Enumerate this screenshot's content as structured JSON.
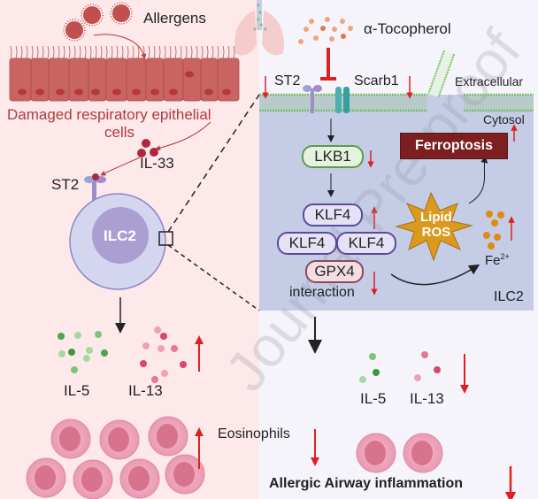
{
  "figure": {
    "left_panel": {
      "allergens_label": "Allergens",
      "epithelium_label_line1": "Damaged respiratory epithelial",
      "epithelium_label_line2": "cells",
      "il33_label": "IL-33",
      "st2_label": "ST2",
      "cell_label": "ILC2",
      "il5_label": "IL-5",
      "il13_label": "IL-13",
      "il13_trend": "up",
      "eosinophils_trend": "up"
    },
    "center": {
      "eosinophils_label": "Eosinophils",
      "eosinophils_trend_treated": "down"
    },
    "right_panel": {
      "drug_label": "α-Tocopherol",
      "st2_label": "ST2",
      "scarb1_label": "Scarb1",
      "extracellular_label": "Extracellular",
      "cytosol_label": "Cytosol",
      "lkb1_label": "LKB1",
      "klf4_label": "KLF4",
      "gpx4_label": "GPX4",
      "interaction_label": "interaction",
      "ferroptosis_label": "Ferroptosis",
      "lipid_ros_line1": "Lipid",
      "lipid_ros_line2": "ROS",
      "fe_label": "Fe",
      "fe_superscript": "2+",
      "cell_label": "ILC2",
      "il5_label": "IL-5",
      "il13_label": "IL-13",
      "outcome_label": "Allergic Airway inflammation",
      "trends": {
        "st2": "down",
        "scarb1": "down",
        "lkb1": "down",
        "klf4": "up",
        "gpx4_interaction": "down",
        "ferroptosis": "up",
        "fe": "up",
        "cytokines": "down",
        "outcome": "down"
      }
    },
    "watermark": "Journal Pre-proof",
    "colors": {
      "left_bg": "#fde9ea",
      "right_bg": "#f6f4fb",
      "cell_box": "#c4cce6",
      "trend_arrow": "#e02020",
      "epithelium": "#c8605e",
      "epithelium_text": "#b23a3a",
      "ferroptosis_box": "#7d1f21",
      "ros_star": "#d99a1e",
      "iron": "#e08a10",
      "il5": "#5cb85c",
      "il13": "#d9466a",
      "eosinophil": "#f0b0c4",
      "membrane": "#7cbf6a"
    }
  }
}
